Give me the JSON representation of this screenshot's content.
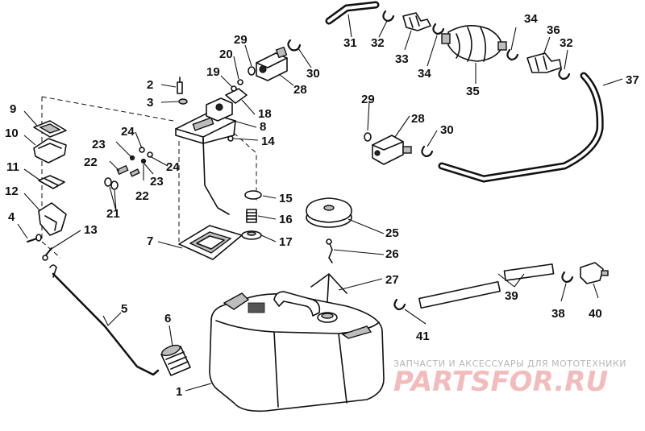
{
  "callouts": {
    "c1": "1",
    "c2": "2",
    "c3": "3",
    "c4": "4",
    "c5": "5",
    "c6": "6",
    "c7": "7",
    "c8": "8",
    "c9": "9",
    "c10": "10",
    "c11": "11",
    "c12": "12",
    "c13": "13",
    "c14": "14",
    "c15": "15",
    "c16": "16",
    "c17": "17",
    "c18": "18",
    "c19": "19",
    "c20": "20",
    "c21": "21",
    "c22a": "22",
    "c22b": "22",
    "c23a": "23",
    "c23b": "23",
    "c24a": "24",
    "c24b": "24",
    "c25": "25",
    "c26": "26",
    "c27": "27",
    "c28a": "28",
    "c28b": "28",
    "c29a": "29",
    "c29b": "29",
    "c30a": "30",
    "c30b": "30",
    "c31": "31",
    "c32a": "32",
    "c32b": "32",
    "c33": "33",
    "c34a": "34",
    "c34b": "34",
    "c35": "35",
    "c36": "36",
    "c37": "37",
    "c38": "38",
    "c39": "39",
    "c40": "40",
    "c41": "41"
  },
  "watermark": {
    "tagline": "ЗАПЧАСТИ И АКСЕССУАРЫ ДЛЯ МОТОТЕХНИКИ",
    "brand": "PARTSFOR.RU"
  }
}
